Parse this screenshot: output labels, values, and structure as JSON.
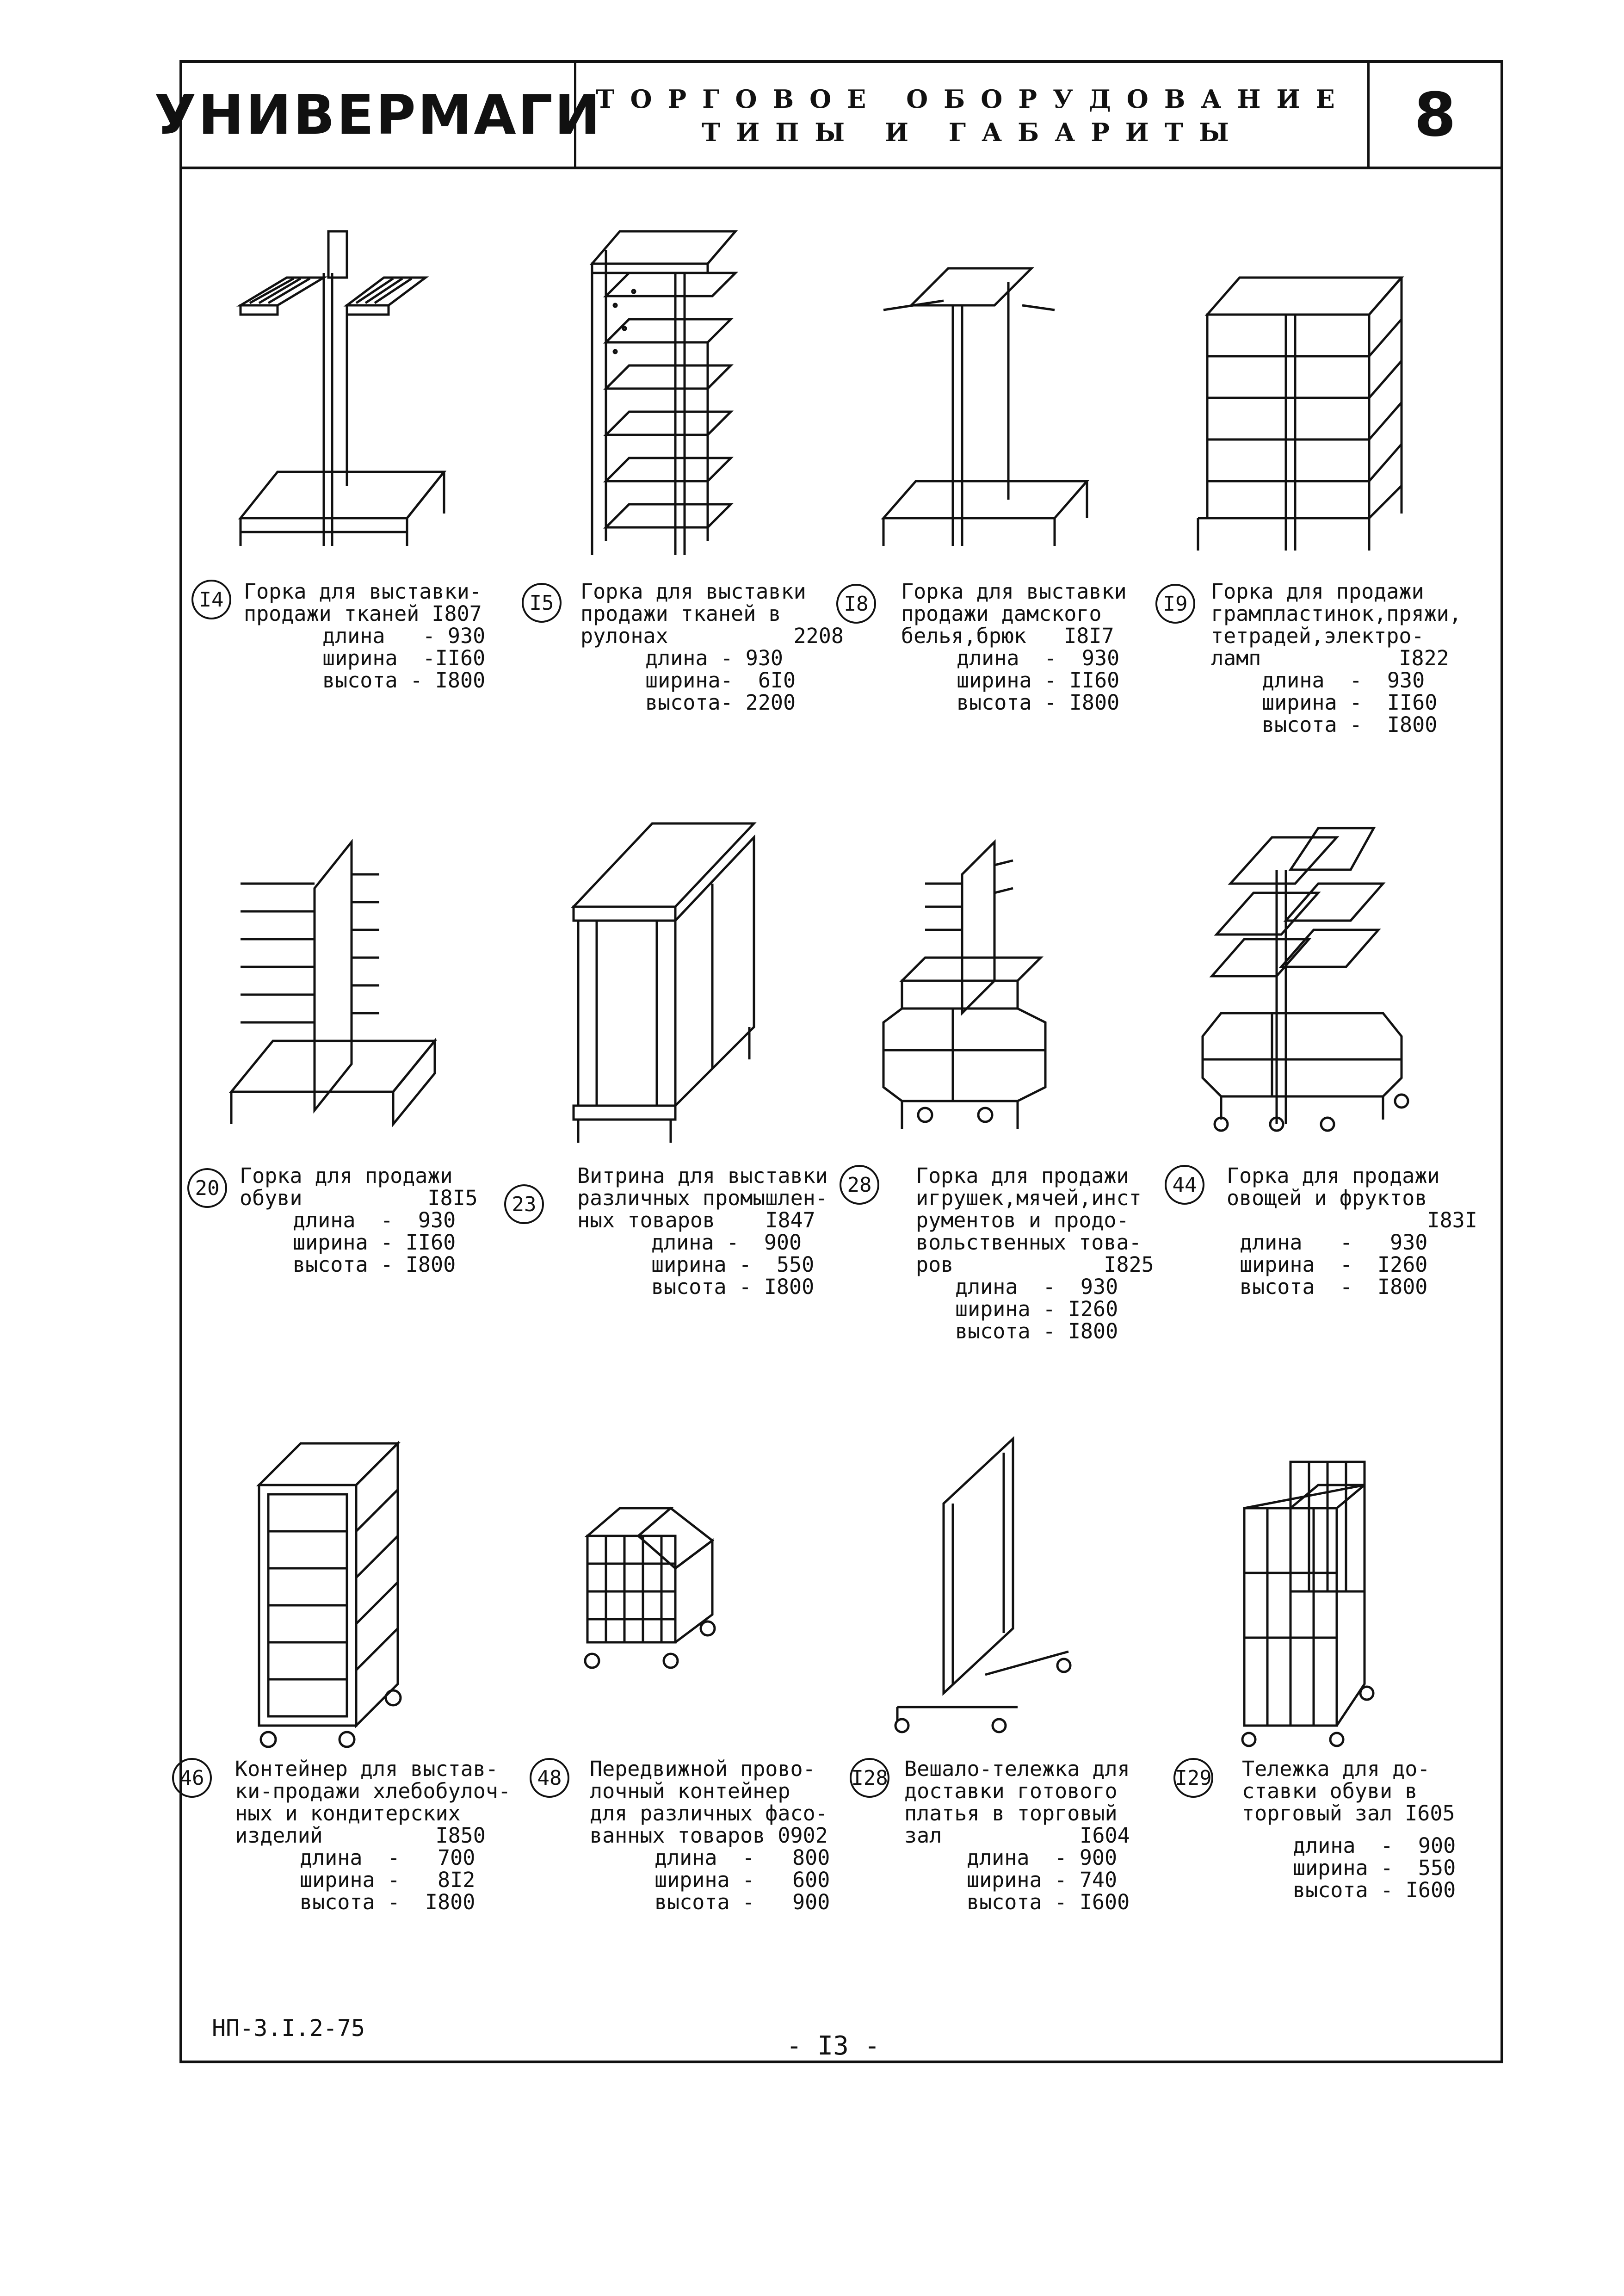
{
  "header": {
    "brand": "УНИВЕРМАГИ",
    "title_line1": "ТОРГОВОЕ ОБОРУДОВАНИЕ",
    "title_line2": "ТИПЫ И ГАБАРИТЫ",
    "sheet_number": "8"
  },
  "items": [
    {
      "num": "I4",
      "lines": [
        "Горка для выставки-",
        "продажи тканей I807"
      ],
      "dims": [
        "длина   - 930",
        "ширина  -II60",
        "высота - I800"
      ]
    },
    {
      "num": "I5",
      "lines": [
        "Горка для выставки",
        "продажи тканей в",
        "рулонах          2208"
      ],
      "dims": [
        "длина - 930",
        "ширина-  6I0",
        "высота- 2200"
      ]
    },
    {
      "num": "I8",
      "lines": [
        "Горка для выставки",
        "продажи дамского",
        "белья,брюк   I8I7"
      ],
      "dims": [
        "длина  -  930",
        "ширина - II60",
        "высота - I800"
      ]
    },
    {
      "num": "I9",
      "lines": [
        "Горка для продажи",
        "грампластинок,пряжи,",
        "тетрадей,электро-",
        "ламп           I822"
      ],
      "dims": [
        "длина  -  930",
        "ширина -  II60",
        "высота -  I800"
      ]
    },
    {
      "num": "20",
      "lines": [
        "Горка для продажи",
        "обуви          I8I5"
      ],
      "dims": [
        "длина  -  930",
        "ширина - II60",
        "высота - I800"
      ]
    },
    {
      "num": "23",
      "lines": [
        "Витрина для выставки",
        "различных промышлен-",
        "ных товаров    I847"
      ],
      "dims": [
        "длина -  900",
        "ширина -  550",
        "высота - I800"
      ]
    },
    {
      "num": "28",
      "lines": [
        "Горка для продажи",
        "игрушек,мячей,инст",
        "рументов и продо-",
        "вольственных това-",
        "ров            I825"
      ],
      "dims": [
        "длина  -  930",
        "ширина - I260",
        "высота - I800"
      ]
    },
    {
      "num": "44",
      "lines": [
        "Горка для продажи",
        "овощей и фруктов",
        "                I83I"
      ],
      "dims": [
        "длина   -   930",
        "ширина  -  I260",
        "высота  -  I800"
      ]
    },
    {
      "num": "46",
      "lines": [
        "Контейнер для выстав-",
        "ки-продажи хлебобулоч-",
        "ных и кондитерских",
        "изделий         I850"
      ],
      "dims": [
        "длина  -   700",
        "ширина -   8I2",
        "высота -  I800"
      ]
    },
    {
      "num": "48",
      "lines": [
        "Передвижной прово-",
        "лочный контейнер",
        "для различных фасо-",
        "ванных товаров 0902"
      ],
      "dims": [
        "длина  -   800",
        "ширина -   600",
        "высота -   900"
      ]
    },
    {
      "num": "I28",
      "lines": [
        "Вешало-тележка для",
        "доставки готового",
        "платья в торговый",
        "зал           I604"
      ],
      "dims": [
        "длина  - 900",
        "ширина - 740",
        "высота - I600"
      ]
    },
    {
      "num": "I29",
      "lines": [
        "Тележка для до-",
        "ставки обуви в",
        "торговый зал I605"
      ],
      "dims": [
        "длина  -  900",
        "ширина -  550",
        "высота - I600"
      ]
    }
  ],
  "footer": {
    "code": "НП-3.I.2-75",
    "page": "-  I3  -"
  }
}
